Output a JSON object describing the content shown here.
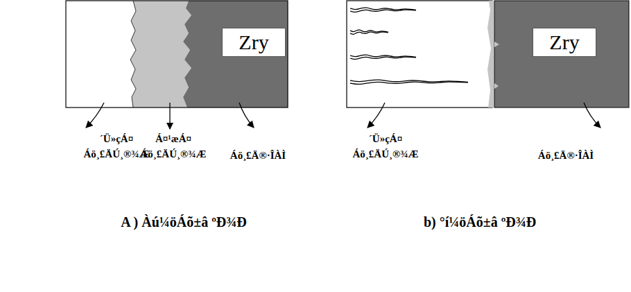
{
  "diagram": {
    "nodes": [
      {
        "text": [
          "Zry"
        ]
      },
      {
        "text": [
          "Zry"
        ]
      }
    ],
    "labels": [
      "´Ü»çÁ¤ Áö¸£ÄÚ¸®¾Æ",
      "Á¤¹æÁ¤ Áö¸£ÄÚ¸®¾Æ",
      "Áö¸£Ä®·ÎÀÌ",
      "´Ü»çÁ¤ Áö¸£ÄÚ¸®¾Æ",
      "Áö¸£Ä®·ÎÀÌ",
      "A ) Àú¼öÁõ±â ºÐ¾Ð",
      "b) °í¼öÁõ±â ºÐ¾Ð"
    ]
  }
}
